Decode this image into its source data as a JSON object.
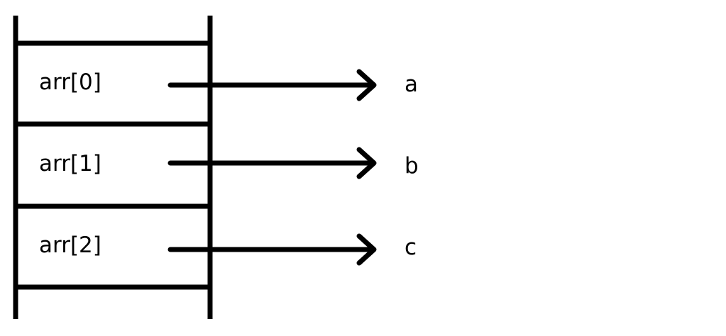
{
  "cells": [
    {
      "label": "arr[0]",
      "target": "a"
    },
    {
      "label": "arr[1]",
      "target": "b"
    },
    {
      "label": "arr[2]",
      "target": "c"
    }
  ],
  "colors": {
    "stroke": "#000000",
    "background": "#ffffff"
  }
}
